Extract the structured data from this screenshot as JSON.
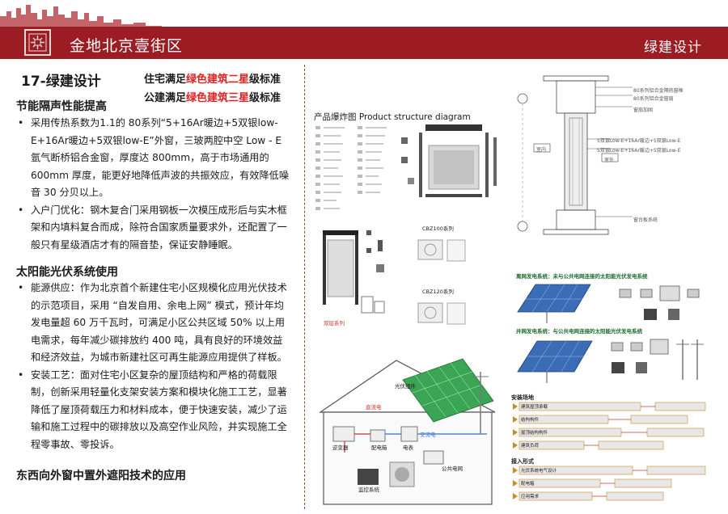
{
  "header": {
    "brand": "金地北京壹街区",
    "section": "绿建设计"
  },
  "content": {
    "title": "17-绿建设计",
    "standard_line1": {
      "pre": "住宅满足",
      "highlight": "绿色建筑二星",
      "post": "级标准"
    },
    "standard_line2": {
      "pre": "公建满足",
      "highlight": "绿色建筑三星",
      "post": "级标准"
    },
    "section1": {
      "heading": "节能隔声性能提高",
      "items": [
        "采用传热系数为1.1的 80系列“5+16Ar暖边+5双银low-E+16Ar暖边+5双银low-E”外窗，三玻两腔中空 Low - E 氩气断桥铝合金窗，厚度达 800mm，高于市场通用的 600mm 厚度，能更好地降低声波的共振效应，有效降低噪音 30 分贝以上。",
        "入户门优化：钢木复合门采用钢板一次模压成形后与实木框架和内填料复合而成，除符合国家质量要求外，还配置了一般只有星级酒店才有的隔音垫，保证安静睡眠。"
      ]
    },
    "section2": {
      "heading": "太阳能光伏系统使用",
      "items": [
        "能源供应：作为北京首个新建住宅小区规模化应用光伏技术的示范项目，采用 “自发自用、余电上网” 模式，预计年均发电量超 60 万千瓦时，可满足小区公共区域 50% 以上用电需求，每年减少碳排放约 400 吨，具有良好的环境效益和经济效益，为城市新建社区可再生能源应用提供了样板。",
        "安装工艺：面对住宅小区复杂的屋顶结构和严格的荷载限制，创新采用轻量化支架安装方案和模块化施工工艺，显著降低了屋顶荷载压力和材料成本，便于快速安装，减少了运输和施工过程中的碳排放以及高空作业风险，并实现施工全程零事故、零投诉。"
      ]
    },
    "section3": {
      "heading": "东西向外窗中置外遮阳技术的应用"
    }
  },
  "figures": {
    "product_title": "产品爆炸图 Product structure diagram",
    "series_a": "CBZ100系列",
    "series_b": "CBZ120系列",
    "double_series": "双层系列",
    "window_notes": [
      "80系列铝合金隔热窗框",
      "80系列铝合金窗扇",
      "窗扇加固",
      "5双银Low-E+16Ar暖边+5双银Low-E",
      "5双银Low-E+16Ar暖边+5双银Low-E",
      "室内",
      "室外",
      "窗台板系统"
    ],
    "pv_titles": [
      "离网发电系统：未与公共电网连接的太阳能光伏发电系统",
      "并网发电系统：与公共电网连接的太阳能光伏发电系统"
    ],
    "house_labels": [
      "光伏组件",
      "直流电",
      "交流电",
      "逆变器",
      "配电箱",
      "监控系统",
      "电表",
      "公共电网"
    ],
    "flow_sections": [
      "安装场地",
      "接入形式"
    ],
    "flow_steps": [
      "建筑屋顶承载",
      "结构构件",
      "屋顶结构构件",
      "建筑负荷",
      "光伏系统电气设计",
      "配电箱",
      "应用需求"
    ]
  }
}
